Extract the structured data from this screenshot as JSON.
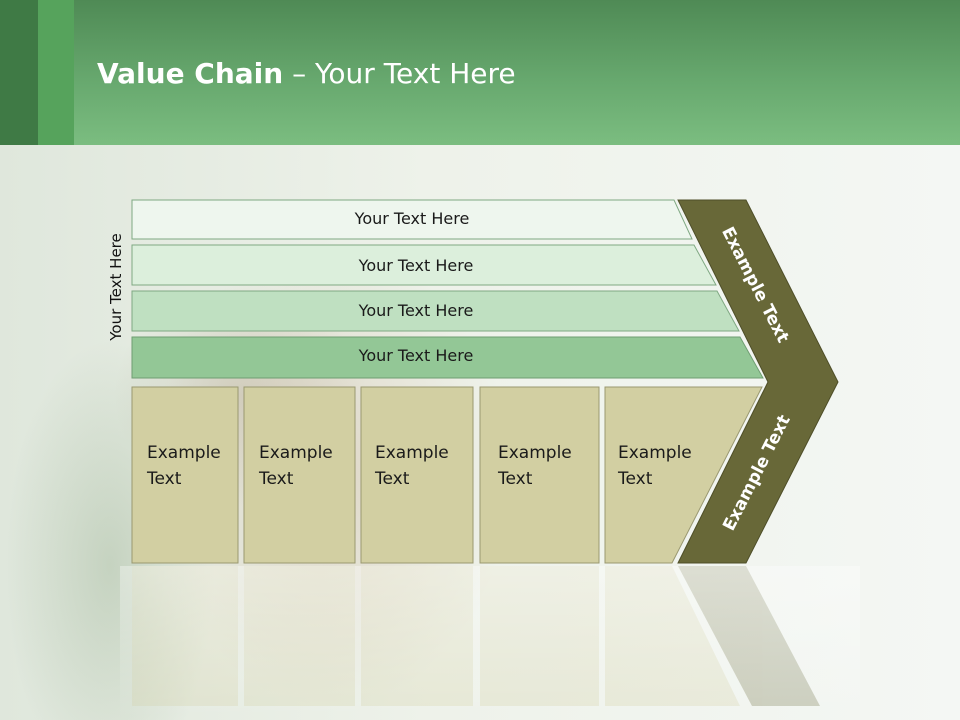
{
  "header": {
    "title_bold": "Value Chain",
    "title_rest": " – Your Text Here"
  },
  "diagram": {
    "side_label": "Your Text Here",
    "bars": [
      {
        "label": "Your Text Here",
        "color": "#eef6ee"
      },
      {
        "label": "Your Text Here",
        "color": "#dcefdc"
      },
      {
        "label": "Your Text Here",
        "color": "#bfe0c1"
      },
      {
        "label": "Your Text Here",
        "color": "#93c796"
      }
    ],
    "boxes": [
      {
        "line1": "Example",
        "line2": "Text"
      },
      {
        "line1": "Example",
        "line2": "Text"
      },
      {
        "line1": "Example",
        "line2": "Text"
      },
      {
        "line1": "Example",
        "line2": "Text"
      },
      {
        "line1": "Example",
        "line2": "Text"
      }
    ],
    "chevron_top": "Example Text",
    "chevron_bottom": "Example Text",
    "box_color": "#d2cfa2",
    "chevron_color": "#686838"
  }
}
